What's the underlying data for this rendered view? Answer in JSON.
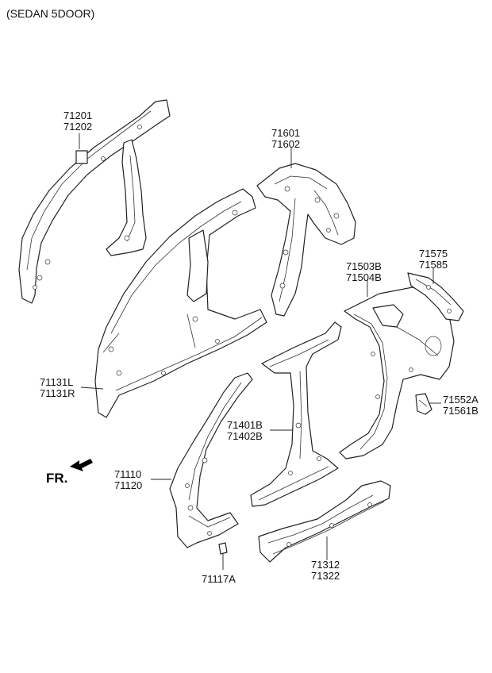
{
  "header": {
    "title": "(SEDAN 5DOOR)"
  },
  "direction_marker": {
    "label": "FR."
  },
  "parts": [
    {
      "id": "a-pillar-inner",
      "numbers": [
        "71201",
        "71202"
      ]
    },
    {
      "id": "rear-wheel-house",
      "numbers": [
        "71601",
        "71602"
      ]
    },
    {
      "id": "side-outer",
      "numbers": [
        "71131L",
        "71131R"
      ]
    },
    {
      "id": "quarter-outer",
      "numbers": [
        "71503B",
        "71504B"
      ]
    },
    {
      "id": "tail-gate-bracket",
      "numbers": [
        "71575",
        "71585"
      ]
    },
    {
      "id": "small-bracket",
      "numbers": [
        "71552A",
        "71561B"
      ]
    },
    {
      "id": "center-pillar",
      "numbers": [
        "71401B",
        "71402B"
      ]
    },
    {
      "id": "front-pillar-outer",
      "numbers": [
        "71110",
        "71120"
      ]
    },
    {
      "id": "side-sill",
      "numbers": [
        "71312",
        "71322"
      ]
    },
    {
      "id": "clip",
      "numbers": [
        "71117A"
      ]
    }
  ]
}
